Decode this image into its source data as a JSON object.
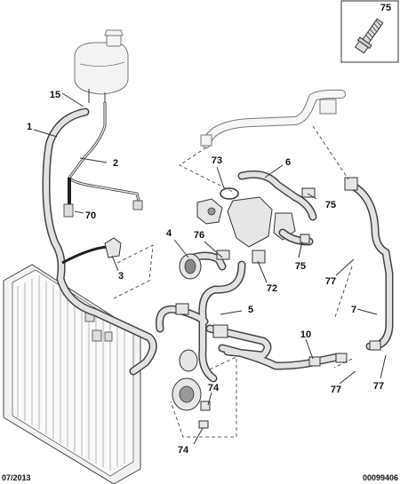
{
  "callouts": {
    "c75_top": "75",
    "c15": "15",
    "c1": "1",
    "c2": "2",
    "c70": "70",
    "c3": "3",
    "c73": "73",
    "c6": "6",
    "c75_mid": "75",
    "c4": "4",
    "c76": "76",
    "c75_low": "75",
    "c72": "72",
    "c77_a": "77",
    "c7": "7",
    "c5": "5",
    "c10": "10",
    "c77_b": "77",
    "c77_c": "77",
    "c74_a": "74",
    "c74_b": "74"
  },
  "footer": {
    "date": "07/2013",
    "reference": "00099406"
  }
}
